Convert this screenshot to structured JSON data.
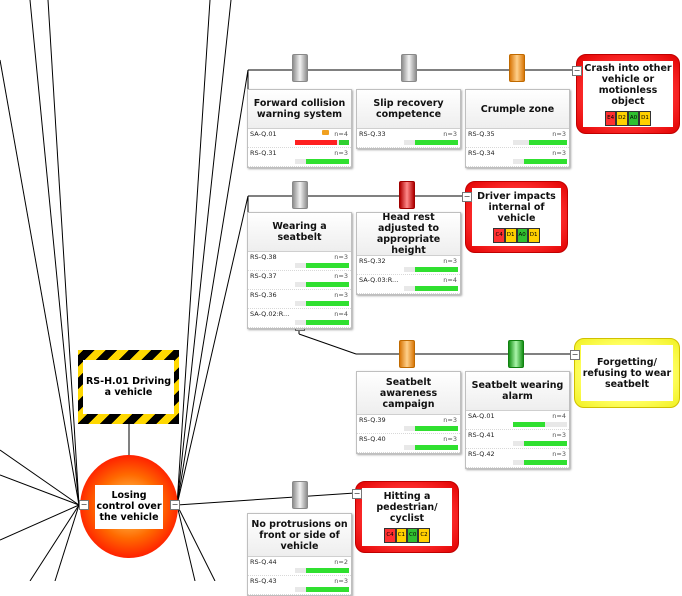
{
  "hazard": {
    "label": "RS-H.01 Driving a vehicle"
  },
  "top_event": {
    "label": "Losing control over the vehicle"
  },
  "collapse_glyph": "−",
  "barriers": [
    {
      "id": "b1",
      "title": "Forward collision warning system",
      "tab_color": "grey",
      "rows": [
        {
          "code": "SA-Q.01",
          "n": "n=4",
          "comment": true,
          "fills": [
            {
              "from": 0.0,
              "to": 0.78,
              "color": "#ff2020"
            },
            {
              "from": 0.82,
              "to": 1.0,
              "color": "#30d030"
            }
          ]
        },
        {
          "code": "RS-Q.31",
          "n": "n=3",
          "fills": [
            {
              "from": 0.2,
              "to": 1.0,
              "color": "#30e030"
            }
          ]
        }
      ]
    },
    {
      "id": "b2",
      "title": "Slip recovery competence",
      "tab_color": "grey",
      "rows": [
        {
          "code": "RS-Q.33",
          "n": "n=3",
          "fills": [
            {
              "from": 0.2,
              "to": 1.0,
              "color": "#30e030"
            }
          ]
        }
      ]
    },
    {
      "id": "b3",
      "title": "Crumple zone",
      "tab_color": "orange",
      "rows": [
        {
          "code": "RS-Q.35",
          "n": "n=3",
          "fills": [
            {
              "from": 0.3,
              "to": 1.0,
              "color": "#30e030"
            }
          ]
        },
        {
          "code": "RS-Q.34",
          "n": "n=3",
          "fills": [
            {
              "from": 0.2,
              "to": 1.0,
              "color": "#30e030"
            }
          ]
        }
      ]
    },
    {
      "id": "b4",
      "title": "Wearing a seatbelt",
      "tab_color": "grey",
      "rows": [
        {
          "code": "RS-Q.38",
          "n": "n=3",
          "fills": [
            {
              "from": 0.2,
              "to": 1.0,
              "color": "#30e030"
            }
          ]
        },
        {
          "code": "RS-Q.37",
          "n": "n=3",
          "fills": [
            {
              "from": 0.2,
              "to": 1.0,
              "color": "#30e030"
            }
          ]
        },
        {
          "code": "RS-Q.36",
          "n": "n=3",
          "fills": [
            {
              "from": 0.2,
              "to": 1.0,
              "color": "#30e030"
            }
          ]
        },
        {
          "code": "SA-Q.02:R...",
          "n": "n=4",
          "fills": [
            {
              "from": 0.2,
              "to": 1.0,
              "color": "#30e030"
            }
          ]
        }
      ]
    },
    {
      "id": "b5",
      "title": "Head rest adjusted to appropriate height",
      "tab_color": "red",
      "rows": [
        {
          "code": "RS-Q.32",
          "n": "n=3",
          "fills": [
            {
              "from": 0.2,
              "to": 1.0,
              "color": "#30e030"
            }
          ]
        },
        {
          "code": "SA-Q.03:R...",
          "n": "n=4",
          "fills": [
            {
              "from": 0.2,
              "to": 1.0,
              "color": "#30e030"
            }
          ]
        }
      ]
    },
    {
      "id": "b6",
      "title": "Seatbelt awareness campaign",
      "tab_color": "orange",
      "rows": [
        {
          "code": "RS-Q.39",
          "n": "n=3",
          "fills": [
            {
              "from": 0.2,
              "to": 1.0,
              "color": "#30e030"
            }
          ]
        },
        {
          "code": "RS-Q.40",
          "n": "n=3",
          "fills": [
            {
              "from": 0.2,
              "to": 1.0,
              "color": "#30e030"
            }
          ]
        }
      ]
    },
    {
      "id": "b7",
      "title": "Seatbelt wearing alarm",
      "tab_color": "green",
      "rows": [
        {
          "code": "SA-Q.01",
          "n": "n=4",
          "fills": [
            {
              "from": 0.0,
              "to": 0.6,
              "color": "#30e030"
            }
          ]
        },
        {
          "code": "RS-Q.41",
          "n": "n=3",
          "fills": [
            {
              "from": 0.2,
              "to": 1.0,
              "color": "#30e030"
            }
          ]
        },
        {
          "code": "RS-Q.42",
          "n": "n=3",
          "fills": [
            {
              "from": 0.2,
              "to": 1.0,
              "color": "#30e030"
            }
          ]
        }
      ]
    },
    {
      "id": "b8",
      "title": "No protrusions on front or side of vehicle",
      "tab_color": "grey",
      "rows": [
        {
          "code": "RS-Q.44",
          "n": "n=2",
          "fills": [
            {
              "from": 0.2,
              "to": 1.0,
              "color": "#30e030"
            }
          ]
        },
        {
          "code": "RS-Q.43",
          "n": "n=3",
          "fills": [
            {
              "from": 0.2,
              "to": 1.0,
              "color": "#30e030"
            }
          ]
        }
      ]
    }
  ],
  "consequences": [
    {
      "id": "c1",
      "label": "Crash into other vehicle or motionless object",
      "style": "red",
      "ratings": [
        {
          "t": "E4",
          "c": "#ff3030"
        },
        {
          "t": "D2",
          "c": "#ffd000"
        },
        {
          "t": "A0",
          "c": "#30c030"
        },
        {
          "t": "D1",
          "c": "#ffd000"
        }
      ]
    },
    {
      "id": "c2",
      "label": "Driver impacts internal of vehicle",
      "style": "red",
      "ratings": [
        {
          "t": "C4",
          "c": "#ff3030"
        },
        {
          "t": "D1",
          "c": "#ffd000"
        },
        {
          "t": "A0",
          "c": "#30c030"
        },
        {
          "t": "D1",
          "c": "#ffd000"
        }
      ]
    },
    {
      "id": "c3",
      "label": "Forgetting/ refusing to wear seatbelt",
      "style": "yellow",
      "ratings": []
    },
    {
      "id": "c4",
      "label": "Hitting a pedestrian/ cyclist",
      "style": "red",
      "ratings": [
        {
          "t": "C4",
          "c": "#ff3030"
        },
        {
          "t": "C1",
          "c": "#ffd000"
        },
        {
          "t": "C0",
          "c": "#30c030"
        },
        {
          "t": "C2",
          "c": "#ffd000"
        }
      ]
    }
  ]
}
